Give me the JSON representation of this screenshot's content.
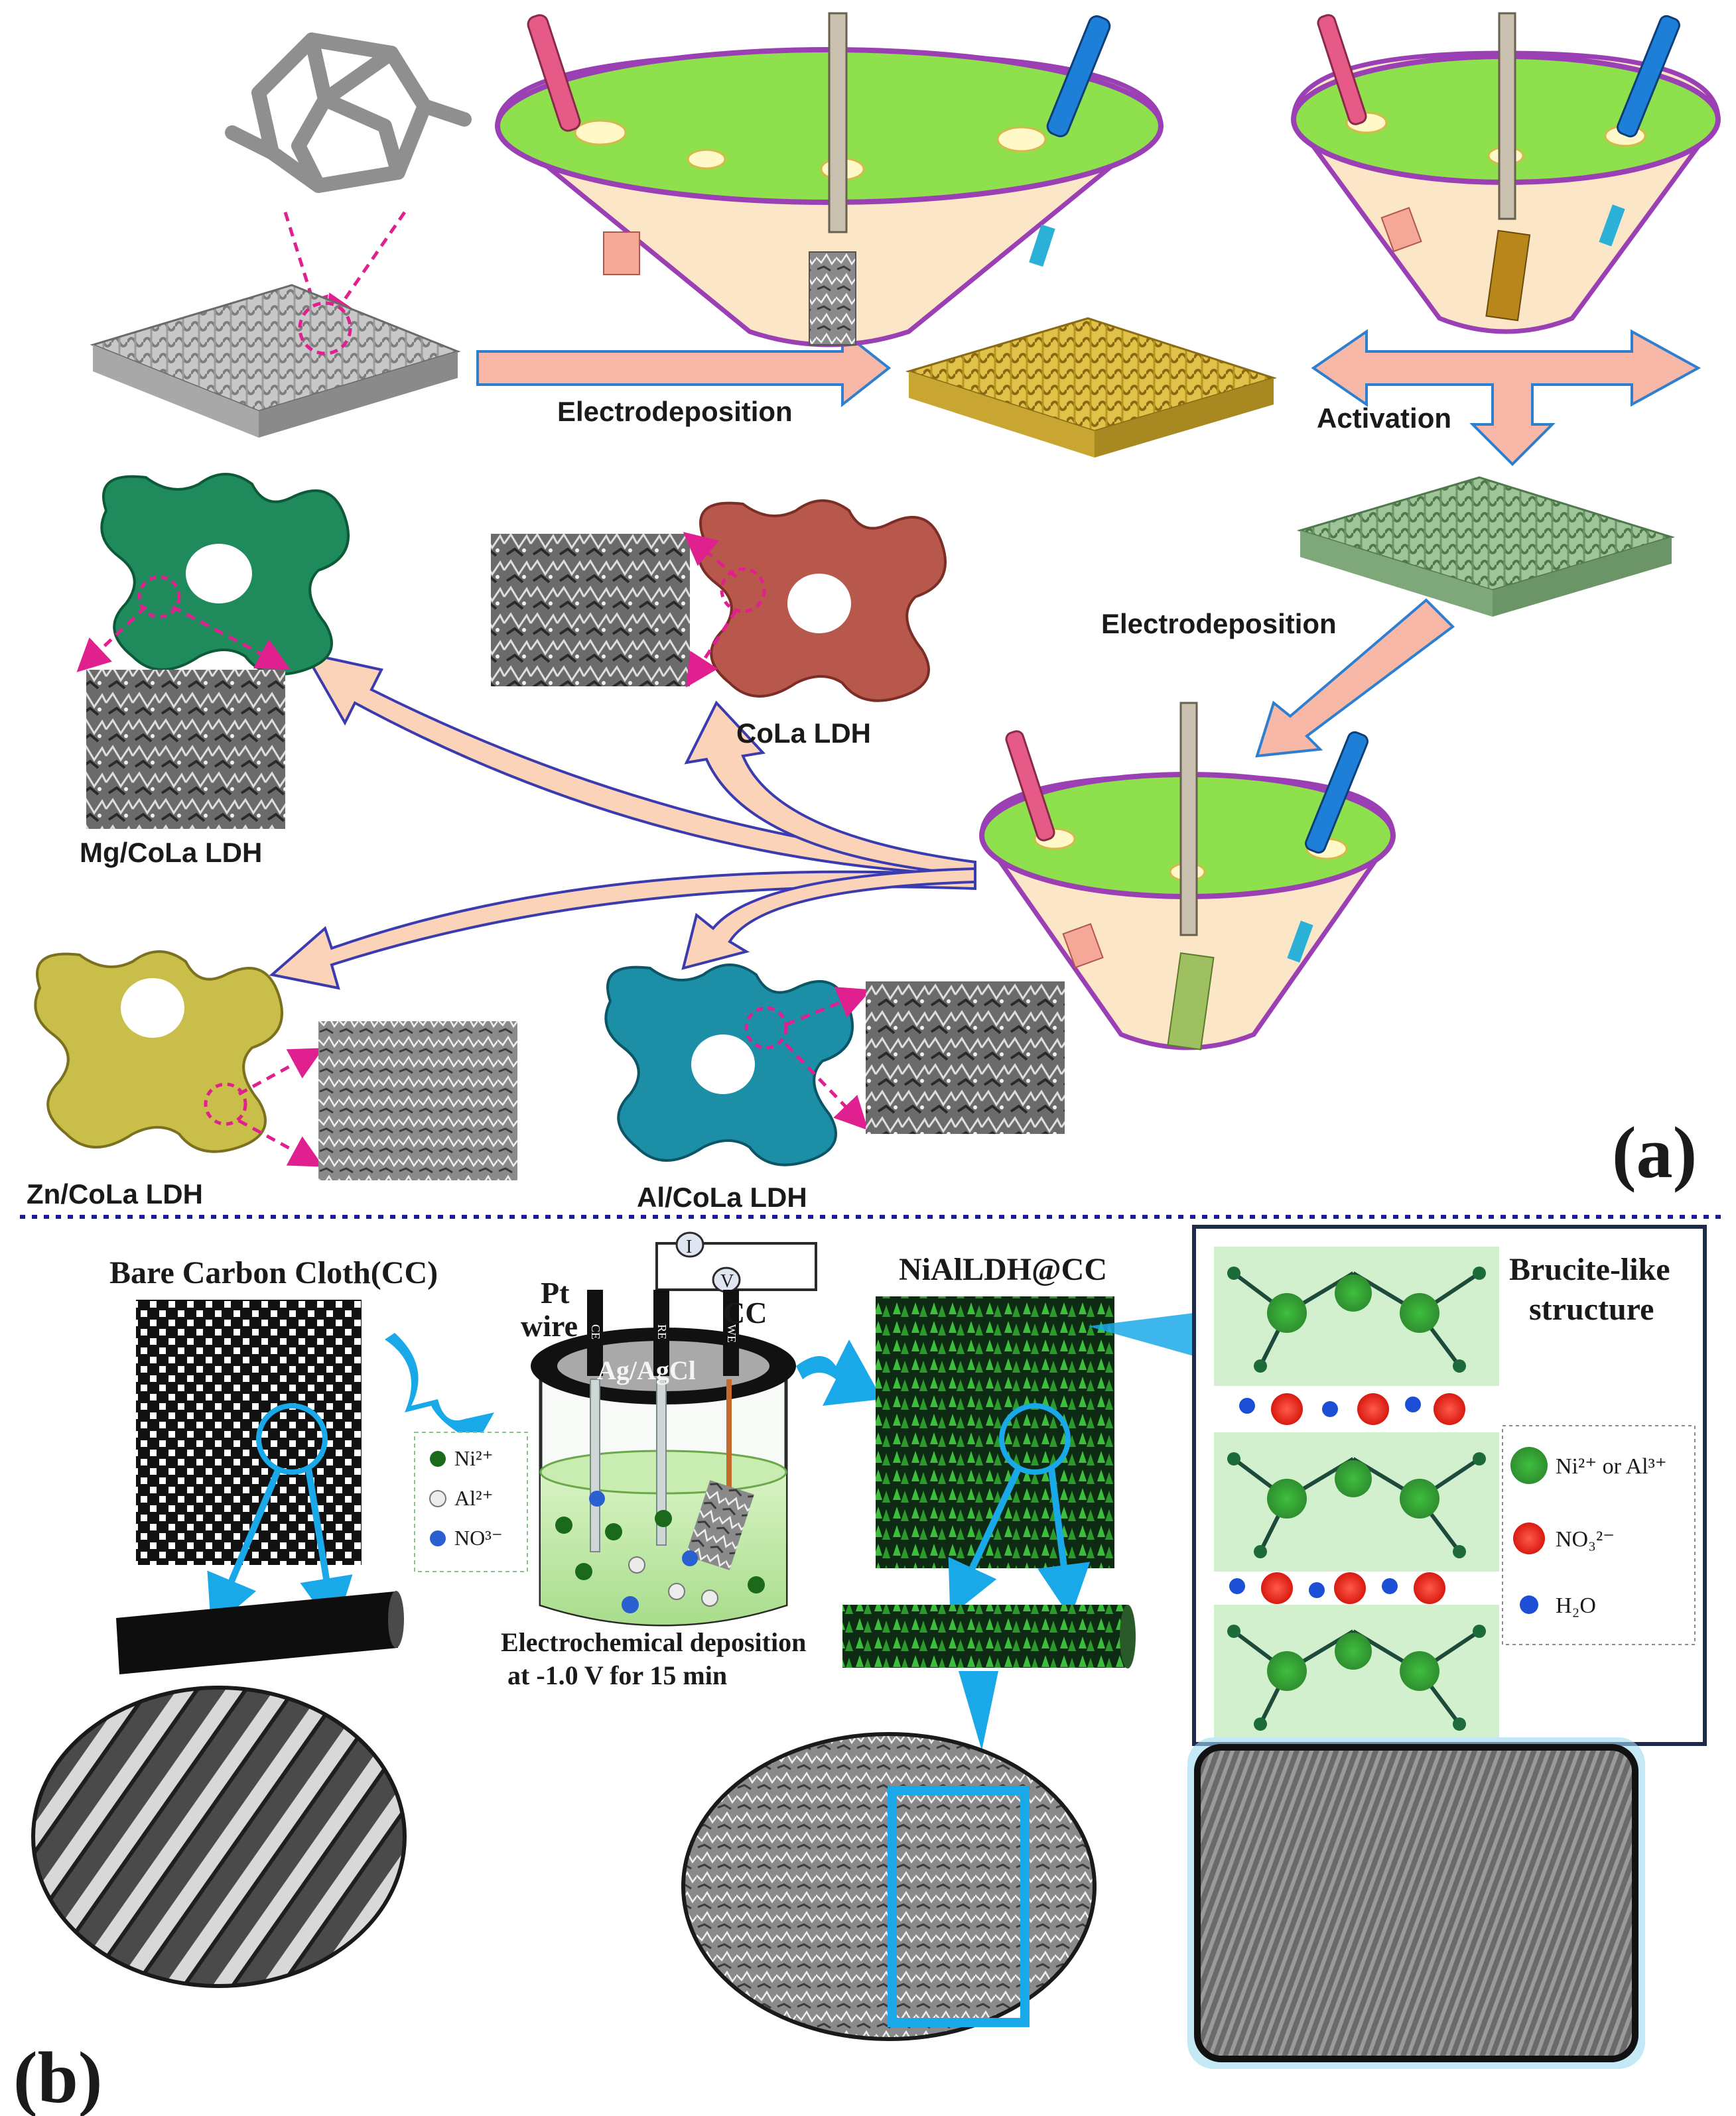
{
  "panel_a": {
    "label": "(a)",
    "electrodeposition_1": "Electrodeposition",
    "activation": "Activation",
    "electrodeposition_2": "Electrodeposition",
    "products": {
      "mg": "Mg/CoLa LDH",
      "cola": "CoLa LDH",
      "zn": "Zn/CoLa LDH",
      "al": "Al/CoLa LDH"
    },
    "colors": {
      "mg": "#1f8a5c",
      "cola": "#b8584c",
      "zn": "#c9be4a",
      "al": "#1c8fa6",
      "bath_top": "#8ee04c",
      "bath_rim": "#9b3fb5",
      "arrow_fill": "#f7c6a8",
      "arrow_stroke": "#3b3bb0"
    }
  },
  "panel_b": {
    "label": "(b)",
    "bare_cc": "Bare Carbon Cloth(CC)",
    "pt": "Pt",
    "wire": "wire",
    "cc": "CC",
    "ag_agcl": "Ag/AgCl",
    "ce": "CE",
    "re": "RE",
    "we": "WE",
    "meter_i": "I",
    "meter_v": "V",
    "ions": {
      "ni": "Ni²⁺",
      "al": "Al²⁺",
      "no": "NO³⁻"
    },
    "deposition_line1": "Electrochemical deposition",
    "deposition_line2": "at -1.0 V for 15 min",
    "product": "NiAlLDH@CC",
    "brucite_line1": "Brucite-like",
    "brucite_line2": "structure",
    "legend": {
      "ni_al": "Ni²⁺ or Al³⁺",
      "no3": "NO₃²⁻",
      "h2o": "H₂O"
    },
    "colors": {
      "accent": "#1aa9e8",
      "green": "#3cb84a",
      "red": "#e8261c",
      "blue": "#1c4fd6"
    }
  }
}
